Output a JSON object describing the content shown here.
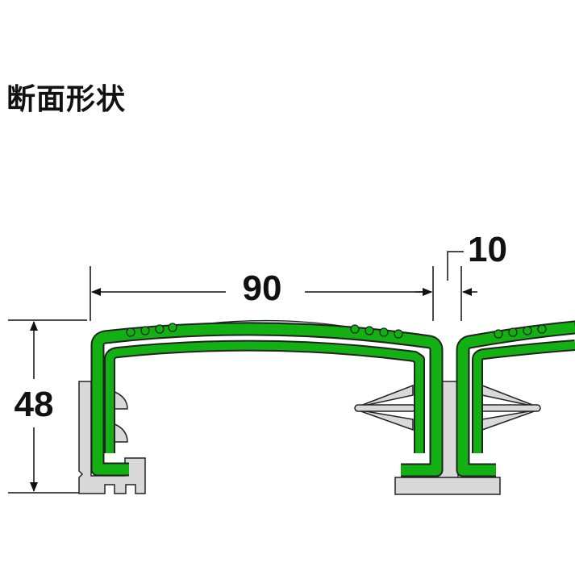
{
  "title": "断面形状",
  "dimensions": {
    "width": "90",
    "gap": "10",
    "height": "48"
  },
  "colors": {
    "profile": "#12b012",
    "metal": "#d9d9d9",
    "insert": "#c8d2dc",
    "outline": "#222222"
  }
}
